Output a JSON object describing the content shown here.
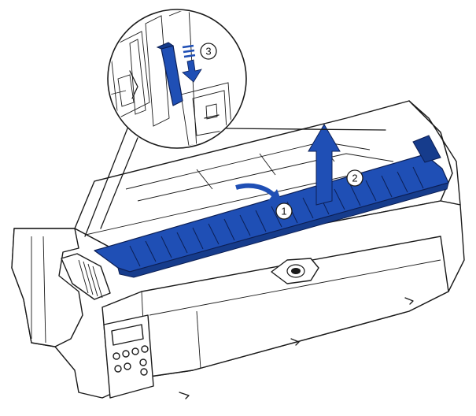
{
  "steps": [
    {
      "label": "1",
      "action": "tilt"
    },
    {
      "label": "2",
      "action": "lift"
    },
    {
      "label": "3",
      "action": "push-down"
    }
  ],
  "colors": {
    "tractor_blue": "#1f4fb5",
    "arrow_blue": "#1f4fb5",
    "outline": "#1a1a1a",
    "background": "#ffffff"
  },
  "icons": [
    "printer-illustration",
    "tractor-unit",
    "lift-arrow",
    "tilt-arrow",
    "push-down-arrow",
    "magnifier-callout"
  ]
}
